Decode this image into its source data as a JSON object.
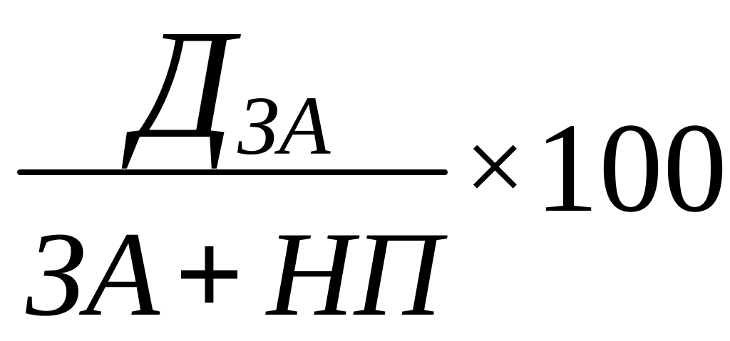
{
  "formula": {
    "numerator_main": "Д",
    "numerator_subscript": "ЗА",
    "denominator_term_1": "ЗА",
    "denominator_operator": "+",
    "denominator_term_2": "НП",
    "times_symbol": "×",
    "multiplier": "100"
  }
}
